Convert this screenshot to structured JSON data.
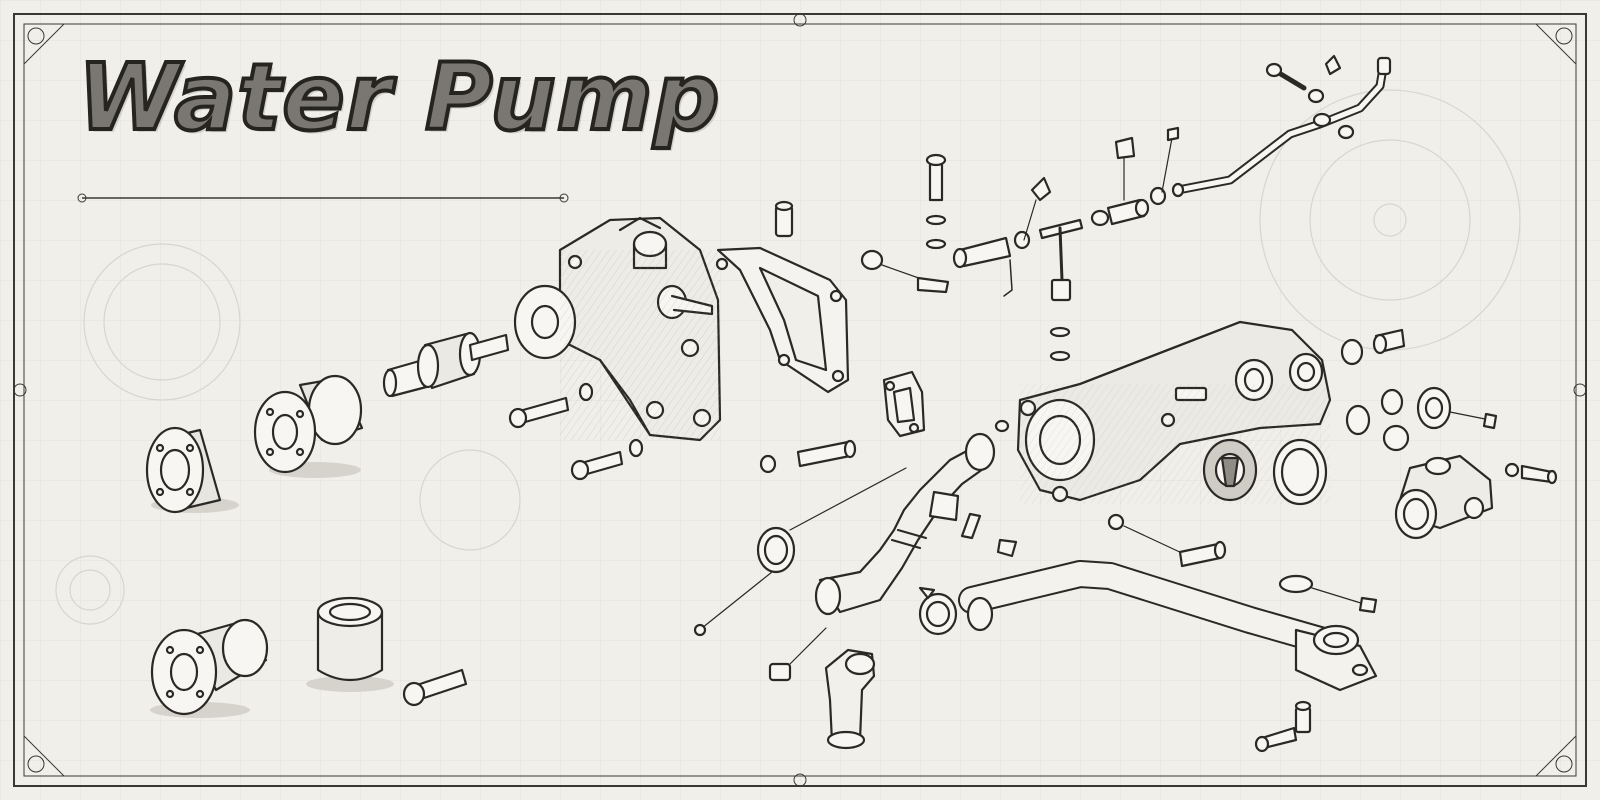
{
  "title": "Water Pump",
  "palette": {
    "paper": "#f1efea",
    "ink": "#2b2926",
    "faint_ink": "#c9c6c0",
    "shadow": "#8c8a86"
  },
  "parts": [
    {
      "name": "pulley-flange-front",
      "icon": "pulley-icon"
    },
    {
      "name": "pulley-hub",
      "icon": "hub-icon"
    },
    {
      "name": "impeller-shaft",
      "icon": "shaft-icon"
    },
    {
      "name": "pump-housing",
      "icon": "pump-housing-icon"
    },
    {
      "name": "housing-gasket",
      "icon": "gasket-icon"
    },
    {
      "name": "small-gasket",
      "icon": "gasket-icon"
    },
    {
      "name": "sensor-plug",
      "icon": "plug-icon"
    },
    {
      "name": "hose-connector",
      "icon": "connector-icon"
    },
    {
      "name": "molded-hose",
      "icon": "hose-icon"
    },
    {
      "name": "hose-clamp",
      "icon": "clamp-icon"
    },
    {
      "name": "thermostat-housing",
      "icon": "manifold-icon"
    },
    {
      "name": "thermostat",
      "icon": "thermostat-icon"
    },
    {
      "name": "o-ring-seal",
      "icon": "seal-icon"
    },
    {
      "name": "elbow-outlet",
      "icon": "elbow-icon"
    },
    {
      "name": "bypass-tube",
      "icon": "tube-icon"
    },
    {
      "name": "coolant-pipe",
      "icon": "pipe-icon"
    },
    {
      "name": "rear-pulley-flange",
      "icon": "pulley-icon"
    },
    {
      "name": "bushing",
      "icon": "bushing-icon"
    },
    {
      "name": "short-elbow-hose",
      "icon": "elbow-icon"
    },
    {
      "name": "bolts-and-washers",
      "icon": "bolt-icon"
    }
  ]
}
